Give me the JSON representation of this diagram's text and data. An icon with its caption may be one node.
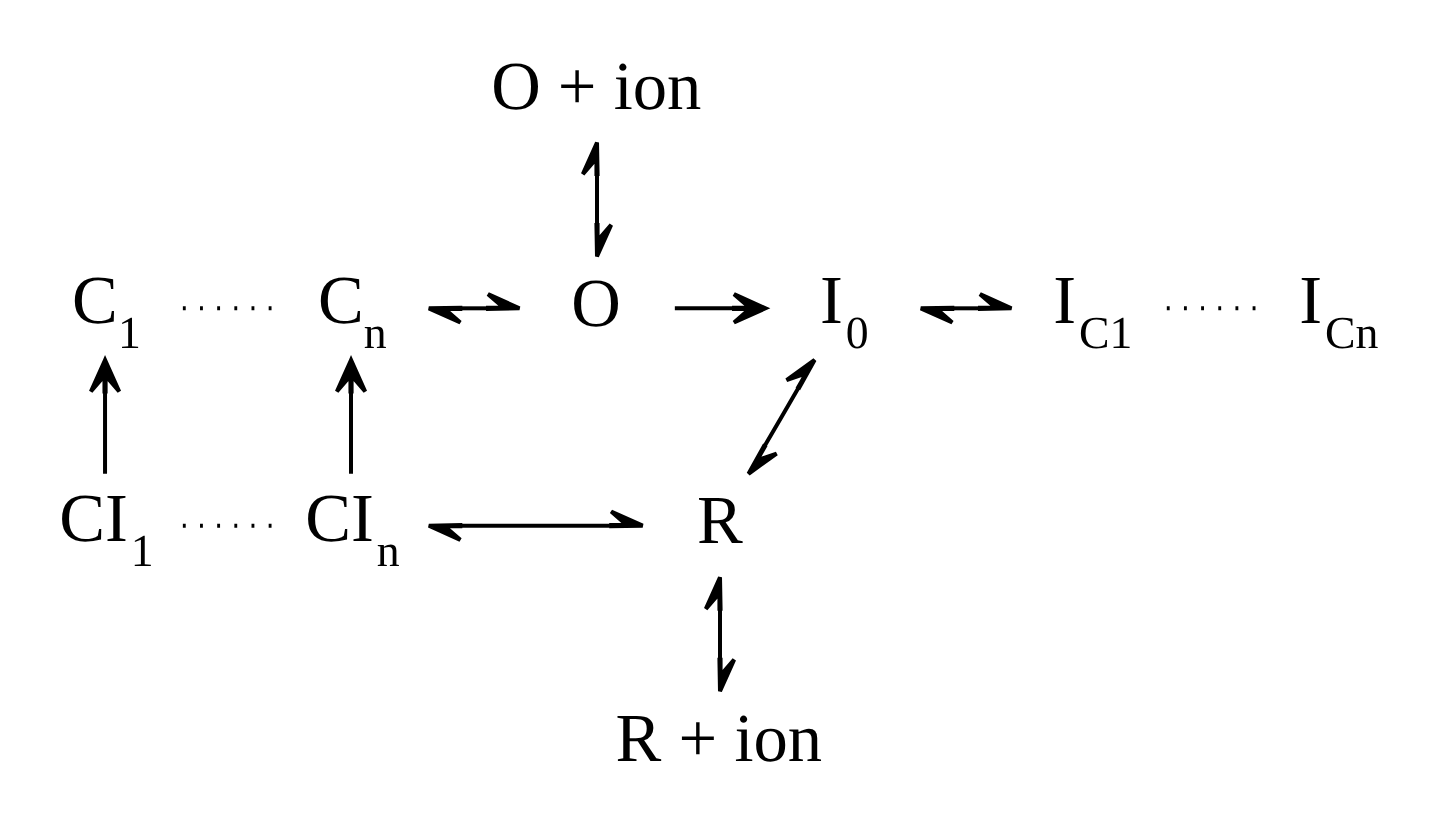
{
  "diagram": {
    "nodes": [
      {
        "text": [
          "O + ion"
        ]
      },
      {
        "text": [
          "C$_{1}$"
        ]
      },
      {
        "text": [
          "C$_{n}$"
        ]
      },
      {
        "text": [
          "O"
        ]
      },
      {
        "text": [
          "I$_{0}$"
        ]
      },
      {
        "text": [
          "I$_{C1}$"
        ]
      },
      {
        "text": [
          "I$_{Cn}$"
        ]
      },
      {
        "text": [
          "CI$_{1}$"
        ]
      },
      {
        "text": [
          "CI$_{n}$"
        ]
      },
      {
        "text": [
          "R"
        ]
      },
      {
        "text": [
          "R + ion"
        ]
      }
    ],
    "edges": [
      {
        "from": 3,
        "to": 0,
        "arrow": "both"
      },
      {
        "from": 1,
        "to": 2,
        "arrow": "none",
        "style": "dashed"
      },
      {
        "from": 2,
        "to": 3,
        "arrow": "both"
      },
      {
        "from": 3,
        "to": 4,
        "arrow": "to"
      },
      {
        "from": 4,
        "to": 5,
        "arrow": "both"
      },
      {
        "from": 5,
        "to": 6,
        "arrow": "none",
        "style": "dashed"
      },
      {
        "from": 7,
        "to": 1,
        "arrow": "to"
      },
      {
        "from": 8,
        "to": 2,
        "arrow": "to"
      },
      {
        "from": 7,
        "to": 8,
        "arrow": "none",
        "style": "dashed"
      },
      {
        "from": 8,
        "to": 9,
        "arrow": "both"
      },
      {
        "from": 9,
        "to": 4,
        "arrow": "both"
      },
      {
        "from": 10,
        "to": 9,
        "arrow": "both"
      }
    ]
  }
}
